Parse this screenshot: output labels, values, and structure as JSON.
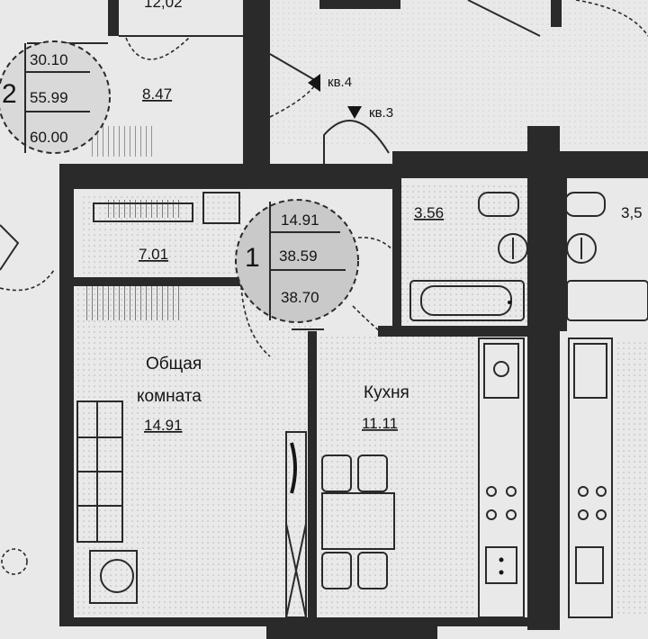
{
  "floor_plan": {
    "top_partial_label": "12,02",
    "apartment_2": {
      "number": "2",
      "living_area": "30.10",
      "total_area": "55.99",
      "total_area_with_balcony": "60.00",
      "room_area": "8.47"
    },
    "entrance_labels": {
      "left": "кв.4",
      "right": "кв.3"
    },
    "apartment_1": {
      "number": "1",
      "living_area": "14.91",
      "total_area": "38.59",
      "total_area_with_balcony": "38.70",
      "rooms": {
        "loggia": "7.01",
        "bathroom": "3.56",
        "living_room_name_1": "Общая",
        "living_room_name_2": "комната",
        "living_room_area": "14.91",
        "kitchen_name": "Кухня",
        "kitchen_area": "11.11"
      }
    },
    "neighbor_bathroom_partial": "3,5",
    "colors": {
      "wall": "#2a2a2a",
      "paper": "#e9e9e9",
      "line": "#151515"
    }
  }
}
